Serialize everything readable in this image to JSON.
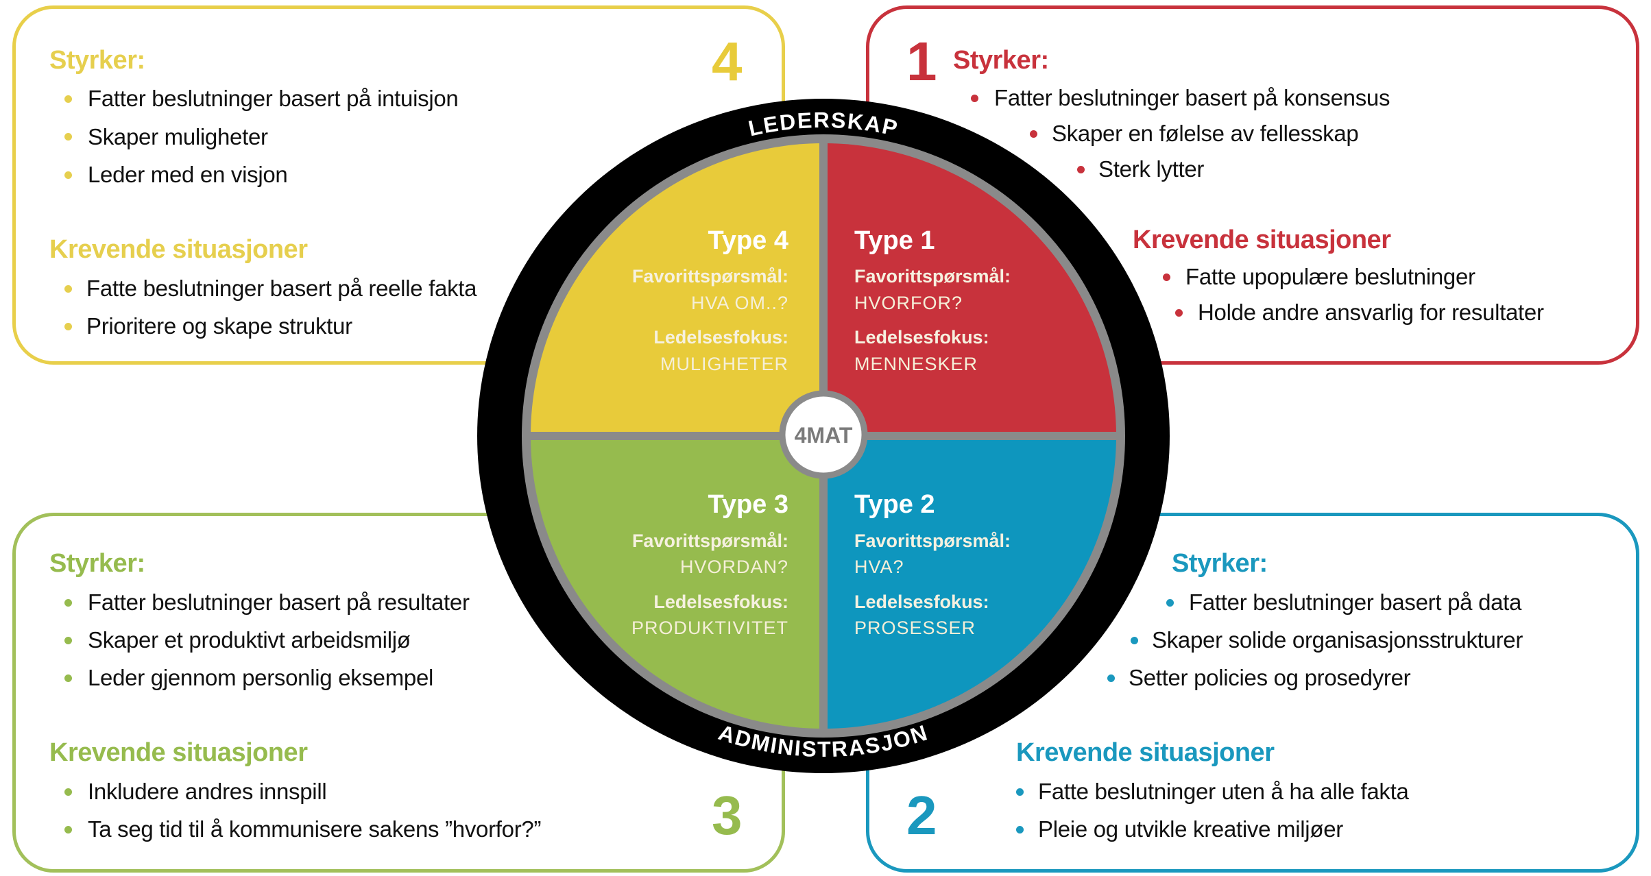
{
  "colors": {
    "yellow": "#E8CB3A",
    "red": "#C8323C",
    "green": "#96BB4E",
    "blue": "#0E96BE",
    "ring": "#000000",
    "divider": "#8a8a8a"
  },
  "center_label": "4MAT",
  "ring": {
    "top": "LEDERSKAP",
    "bottom": "ADMINISTRASJON"
  },
  "boxes": {
    "q4": {
      "number": "4",
      "strengths_title": "Styrker:",
      "strengths": [
        "Fatter beslutninger basert på intuisjon",
        "Skaper muligheter",
        "Leder med en visjon"
      ],
      "challenges_title": "Krevende situasjoner",
      "challenges": [
        "Fatte beslutninger basert på reelle fakta",
        "Prioritere og skape struktur"
      ]
    },
    "q1": {
      "number": "1",
      "strengths_title": "Styrker:",
      "strengths": [
        "Fatter beslutninger basert på konsensus",
        "Skaper en følelse av fellesskap",
        "Sterk lytter"
      ],
      "challenges_title": "Krevende situasjoner",
      "challenges": [
        "Fatte upopulære beslutninger",
        "Holde andre ansvarlig for resultater"
      ]
    },
    "q3": {
      "number": "3",
      "strengths_title": "Styrker:",
      "strengths": [
        "Fatter beslutninger basert på resultater",
        "Skaper et produktivt arbeidsmiljø",
        "Leder gjennom personlig eksempel"
      ],
      "challenges_title": "Krevende situasjoner",
      "challenges": [
        "Inkludere andres innspill",
        "Ta seg tid til å kommunisere sakens ”hvorfor?”"
      ]
    },
    "q2": {
      "number": "2",
      "strengths_title": "Styrker:",
      "strengths": [
        "Fatter beslutninger basert på data",
        "Skaper solide organisasjonsstrukturer",
        "Setter policies og prosedyrer"
      ],
      "challenges_title": "Krevende situasjoner",
      "challenges": [
        "Fatte beslutninger uten å ha alle fakta",
        "Pleie og utvikle kreative miljøer"
      ]
    }
  },
  "quadrants": {
    "q4": {
      "title": "Type 4",
      "question_label": "Favorittspørsmål:",
      "question": "HVA OM..?",
      "focus_label": "Ledelsesfokus:",
      "focus": "MULIGHETER"
    },
    "q1": {
      "title": "Type 1",
      "question_label": "Favorittspørsmål:",
      "question": "HVORFOR?",
      "focus_label": "Ledelsesfokus:",
      "focus": "MENNESKER"
    },
    "q3": {
      "title": "Type 3",
      "question_label": "Favorittspørsmål:",
      "question": "HVORDAN?",
      "focus_label": "Ledelsesfokus:",
      "focus": "PRODUKTIVITET"
    },
    "q2": {
      "title": "Type 2",
      "question_label": "Favorittspørsmål:",
      "question": "HVA?",
      "focus_label": "Ledelsesfokus:",
      "focus": "PROSESSER"
    }
  }
}
